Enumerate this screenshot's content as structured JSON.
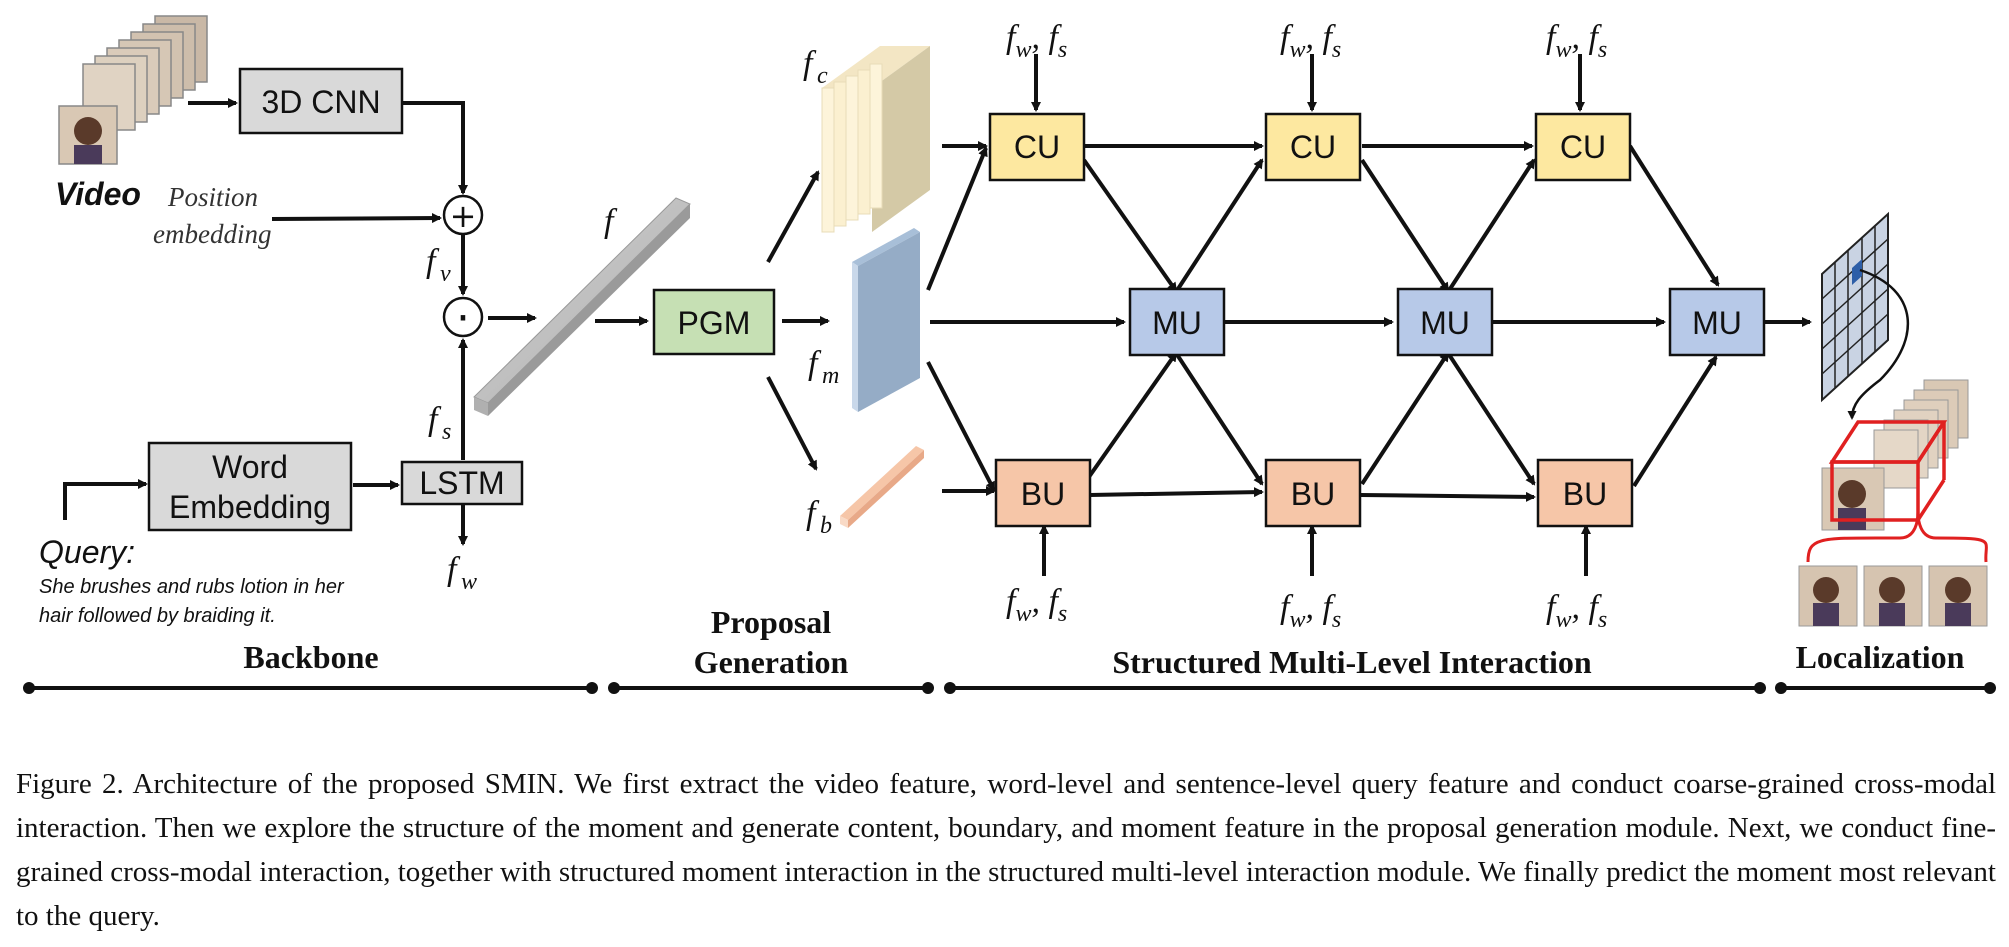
{
  "backbone": {
    "video_label": "Video",
    "position_label_line1": "Position",
    "position_label_line2": "embedding",
    "cnn_label": "3D CNN",
    "word_embedding_line1": "Word",
    "word_embedding_line2": "Embedding",
    "lstm_label": "LSTM",
    "query_label": "Query:",
    "query_text_line1": "She brushes and rubs lotion in her",
    "query_text_line2": "hair followed by braiding it.",
    "plus_symbol": "+",
    "dot_symbol": "·",
    "f": "f",
    "fv_main": "f",
    "fv_sub": "v",
    "fs_main": "f",
    "fs_sub": "s",
    "fw_main": "f",
    "fw_sub": "w"
  },
  "proposal": {
    "pgm_label": "PGM",
    "fc_main": "f",
    "fc_sub": "c",
    "fm_main": "f",
    "fm_sub": "m",
    "fb_main": "f",
    "fb_sub": "b"
  },
  "interaction": {
    "cu_label": "CU",
    "mu_label": "MU",
    "bu_label": "BU",
    "input_label": "f_w, f_s"
  },
  "sections": {
    "backbone": "Backbone",
    "proposal_line1": "Proposal",
    "proposal_line2": "Generation",
    "interaction": "Structured Multi-Level Interaction",
    "localization": "Localization"
  },
  "colors": {
    "cu": "#fde8a0",
    "mu": "#b7c9e8",
    "bu": "#f6c6a8",
    "pgm": "#c6e0b4",
    "gray_box": "#d9d9d9",
    "highlight": "#e02020"
  },
  "caption": "Figure 2.  Architecture of the proposed SMIN. We first extract the video feature, word-level and sentence-level query feature and conduct coarse-grained cross-modal interaction. Then we explore the structure of the moment and generate content, boundary, and moment feature in the proposal generation module. Next, we conduct fine-grained cross-modal interaction, together with structured moment interaction in the structured multi-level interaction module. We finally predict the moment most relevant to the query."
}
